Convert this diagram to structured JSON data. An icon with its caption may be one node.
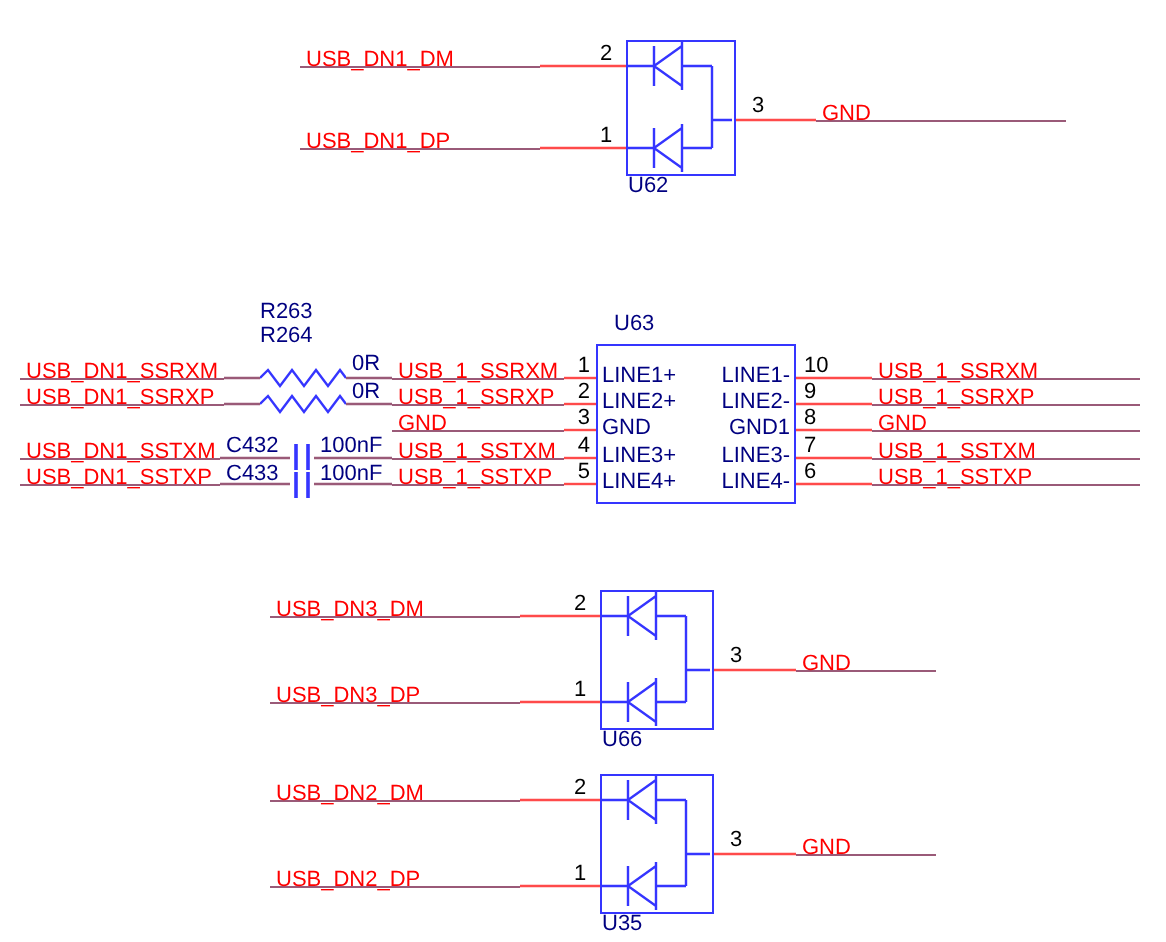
{
  "diagram": {
    "nodes": [
      {
        "text": [
          "U62"
        ],
        "beside": [
          "2",
          "1",
          "3"
        ]
      },
      {
        "text": [
          "USB_DN1_DM"
        ]
      },
      {
        "text": [
          "USB_DN1_DP"
        ]
      },
      {
        "text": [
          "GND"
        ]
      },
      {
        "text": [
          "U63",
          "LINE1+",
          "LINE1-",
          "LINE2+",
          "LINE2-",
          "GND",
          "GND1",
          "LINE3+",
          "LINE3-",
          "LINE4+",
          "LINE4-"
        ],
        "beside": [
          "1",
          "2",
          "3",
          "4",
          "5",
          "10",
          "9",
          "8",
          "7",
          "6"
        ]
      },
      {
        "text": [
          "USB_DN1_SSRXM"
        ]
      },
      {
        "text": [
          "USB_DN1_SSRXP"
        ]
      },
      {
        "text": [
          "USB_DN1_SSTXM"
        ]
      },
      {
        "text": [
          "USB_DN1_SSTXP"
        ]
      },
      {
        "text": [],
        "shape": "resistor"
      },
      {
        "text": [],
        "shape": "resistor"
      },
      {
        "text": [],
        "shape": "capacitor"
      },
      {
        "text": [],
        "shape": "capacitor"
      },
      {
        "text": [
          "USB_1_SSRXM"
        ]
      },
      {
        "text": [
          "USB_1_SSRXP"
        ]
      },
      {
        "text": [
          "GND"
        ]
      },
      {
        "text": [
          "USB_1_SSTXM"
        ]
      },
      {
        "text": [
          "USB_1_SSTXP"
        ]
      },
      {
        "text": [
          "USB_1_SSRXM"
        ]
      },
      {
        "text": [
          "USB_1_SSRXP"
        ]
      },
      {
        "text": [
          "GND"
        ]
      },
      {
        "text": [
          "USB_1_SSTXM"
        ]
      },
      {
        "text": [
          "USB_1_SSTXP"
        ]
      },
      {
        "text": [
          "U66"
        ],
        "beside": [
          "2",
          "1",
          "3"
        ]
      },
      {
        "text": [
          "USB_DN3_DM"
        ]
      },
      {
        "text": [
          "USB_DN3_DP"
        ]
      },
      {
        "text": [
          "GND"
        ]
      },
      {
        "text": [
          "U35"
        ],
        "beside": [
          "2",
          "1",
          "3"
        ]
      },
      {
        "text": [
          "USB_DN2_DM"
        ]
      },
      {
        "text": [
          "USB_DN2_DP"
        ]
      },
      {
        "text": [
          "GND"
        ]
      }
    ],
    "edges": [
      {
        "from": 1,
        "to": 0,
        "arrow": "none"
      },
      {
        "from": 2,
        "to": 0,
        "arrow": "none"
      },
      {
        "from": 0,
        "to": 3,
        "arrow": "none"
      },
      {
        "from": 5,
        "to": 9,
        "arrow": "none",
        "color": "#9a5a78"
      },
      {
        "from": 9,
        "to": 13,
        "arrow": "none",
        "color": "#9a5a78"
      },
      {
        "from": 13,
        "to": 4,
        "arrow": "none"
      },
      {
        "from": 6,
        "to": 10,
        "arrow": "none",
        "color": "#9a5a78"
      },
      {
        "from": 10,
        "to": 14,
        "arrow": "none",
        "color": "#9a5a78"
      },
      {
        "from": 14,
        "to": 4,
        "arrow": "none"
      },
      {
        "from": 15,
        "to": 4,
        "arrow": "none"
      },
      {
        "from": 7,
        "to": 11,
        "arrow": "none",
        "color": "#9a5a78"
      },
      {
        "from": 11,
        "to": 16,
        "arrow": "none",
        "color": "#9a5a78"
      },
      {
        "from": 16,
        "to": 4,
        "arrow": "none"
      },
      {
        "from": 8,
        "to": 12,
        "arrow": "none",
        "color": "#9a5a78"
      },
      {
        "from": 12,
        "to": 17,
        "arrow": "none",
        "color": "#9a5a78"
      },
      {
        "from": 17,
        "to": 4,
        "arrow": "none"
      },
      {
        "from": 4,
        "to": 18,
        "arrow": "none"
      },
      {
        "from": 4,
        "to": 19,
        "arrow": "none"
      },
      {
        "from": 4,
        "to": 20,
        "arrow": "none"
      },
      {
        "from": 4,
        "to": 21,
        "arrow": "none"
      },
      {
        "from": 4,
        "to": 22,
        "arrow": "none"
      },
      {
        "from": 24,
        "to": 23,
        "arrow": "none"
      },
      {
        "from": 25,
        "to": 23,
        "arrow": "none"
      },
      {
        "from": 23,
        "to": 26,
        "arrow": "none"
      },
      {
        "from": 28,
        "to": 27,
        "arrow": "none"
      },
      {
        "from": 29,
        "to": 27,
        "arrow": "none"
      },
      {
        "from": 27,
        "to": 30,
        "arrow": "none"
      }
    ],
    "labels": [
      "R263",
      "R264",
      "0R",
      "0R",
      "C432",
      "100nF",
      "C433",
      "100nF"
    ]
  }
}
